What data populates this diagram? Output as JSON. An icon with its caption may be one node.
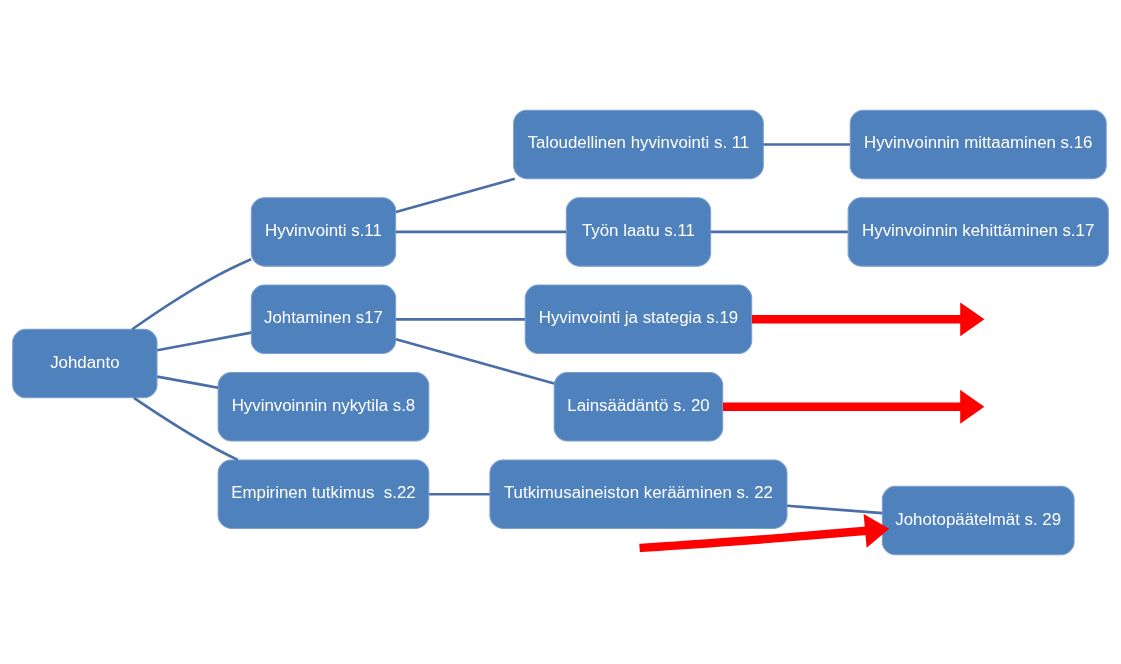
{
  "diagram": {
    "nodes": [
      {
        "text": [
          "Johdanto"
        ]
      },
      {
        "text": [
          "Hyvinvointi s.11"
        ]
      },
      {
        "text": [
          "Johtaminen s17"
        ]
      },
      {
        "text": [
          "Hyvinvoinnin nykytila s.8"
        ]
      },
      {
        "text": [
          "Empirinen tutkimus  s.22"
        ]
      },
      {
        "text": [
          "Taloudellinen hyvinvointi s. 11"
        ]
      },
      {
        "text": [
          "Työn laatu s.11"
        ]
      },
      {
        "text": [
          "Hyvinvointi ja stategia s.19"
        ]
      },
      {
        "text": [
          "Lainsäädäntö s. 20"
        ]
      },
      {
        "text": [
          "Tutkimusaineiston kerääminen s. 22"
        ]
      },
      {
        "text": [
          "Hyvinvoinnin mittaaminen s.16"
        ]
      },
      {
        "text": [
          "Hyvinvoinnin kehittäminen s.17"
        ]
      },
      {
        "text": [
          "Johotopäätelmät s. 29"
        ]
      }
    ],
    "edges": [
      {
        "from": 0,
        "to": 1,
        "arrow": "none"
      },
      {
        "from": 0,
        "to": 2,
        "arrow": "none"
      },
      {
        "from": 0,
        "to": 3,
        "arrow": "none"
      },
      {
        "from": 0,
        "to": 4,
        "arrow": "none"
      },
      {
        "from": 1,
        "to": 5,
        "arrow": "none"
      },
      {
        "from": 1,
        "to": 6,
        "arrow": "none"
      },
      {
        "from": 2,
        "to": 7,
        "arrow": "none"
      },
      {
        "from": 2,
        "to": 8,
        "arrow": "none"
      },
      {
        "from": 4,
        "to": 9,
        "arrow": "none"
      },
      {
        "from": 5,
        "to": 10,
        "arrow": "none"
      },
      {
        "from": 6,
        "to": 11,
        "arrow": "none"
      },
      {
        "from": 9,
        "to": 12,
        "arrow": "none"
      },
      {
        "from": 7,
        "to": null,
        "arrow": "to",
        "style": "thick",
        "color": "#ff0000"
      },
      {
        "from": 8,
        "to": null,
        "arrow": "to",
        "style": "thick",
        "color": "#ff0000"
      },
      {
        "from": null,
        "to": 12,
        "arrow": "to",
        "style": "thick",
        "color": "#ff0000"
      }
    ]
  }
}
